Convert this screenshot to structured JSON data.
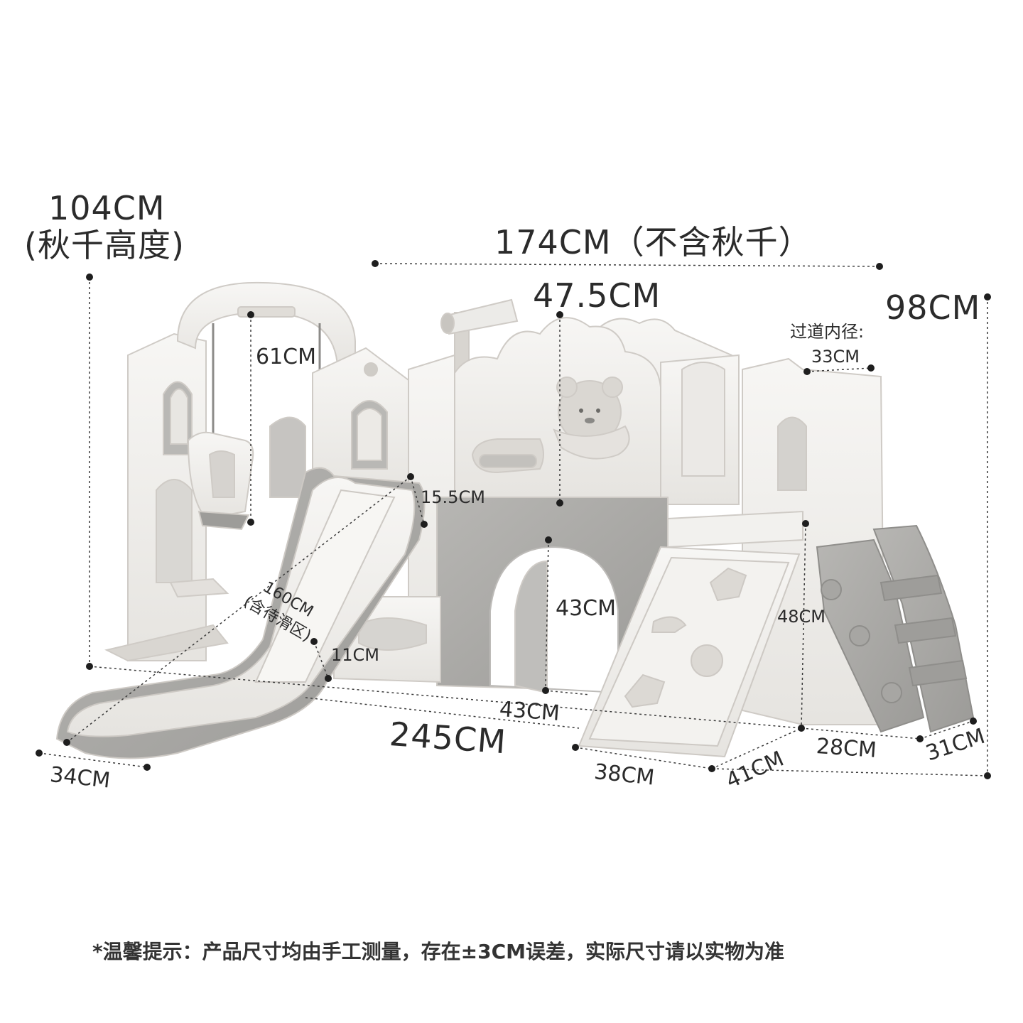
{
  "labels": {
    "swing_height_value": "104CM",
    "swing_height_note": "(秋千高度)",
    "width_no_swing": "174CM（不含秋千）",
    "window_height": "47.5CM",
    "total_height": "98CM",
    "passage_label": "过道内径:",
    "passage_value": "33CM",
    "swing_opening": "61CM",
    "slide_platform": "15.5CM",
    "slide_length": "160CM",
    "slide_length_note": "(含待滑区)",
    "slide_edge": "11CM",
    "tunnel_height": "43CM",
    "tunnel_width": "43CM",
    "climber_height": "48CM",
    "total_length": "245CM",
    "slide_width": "34CM",
    "climber_width": "38CM",
    "climber_depth": "41CM",
    "stair_depth": "28CM",
    "stair_width": "31CM"
  },
  "footer": {
    "note": "*温馨提示：产品尺寸均由手工测量，存在±3CM误差，实际尺寸请以实物为准"
  },
  "colors": {
    "plastic_white": "#f1efec",
    "plastic_grey": "#a9a9a7",
    "dimension_line": "#333333"
  }
}
